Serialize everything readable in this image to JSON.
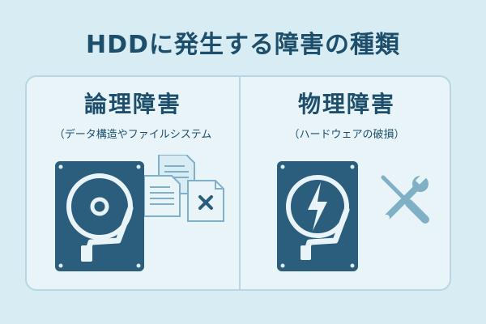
{
  "title": "HDDに発生する障害の種類",
  "left": {
    "heading": "論理障害",
    "subtitle": "（データ構造やファイルシステム"
  },
  "right": {
    "heading": "物理障害",
    "subtitle": "（ハードウェアの破損）"
  },
  "colors": {
    "background": "#d7ecf3",
    "panel": "#e8f4f8",
    "border": "#b6d7e3",
    "dark_blue": "#1d4e6b",
    "hdd_blue": "#2b5d7d",
    "icon_light": "#7fb0c6"
  },
  "icons": [
    "hdd-icon",
    "documents-icon",
    "lightning-icon",
    "wrench-screwdriver-icon"
  ]
}
